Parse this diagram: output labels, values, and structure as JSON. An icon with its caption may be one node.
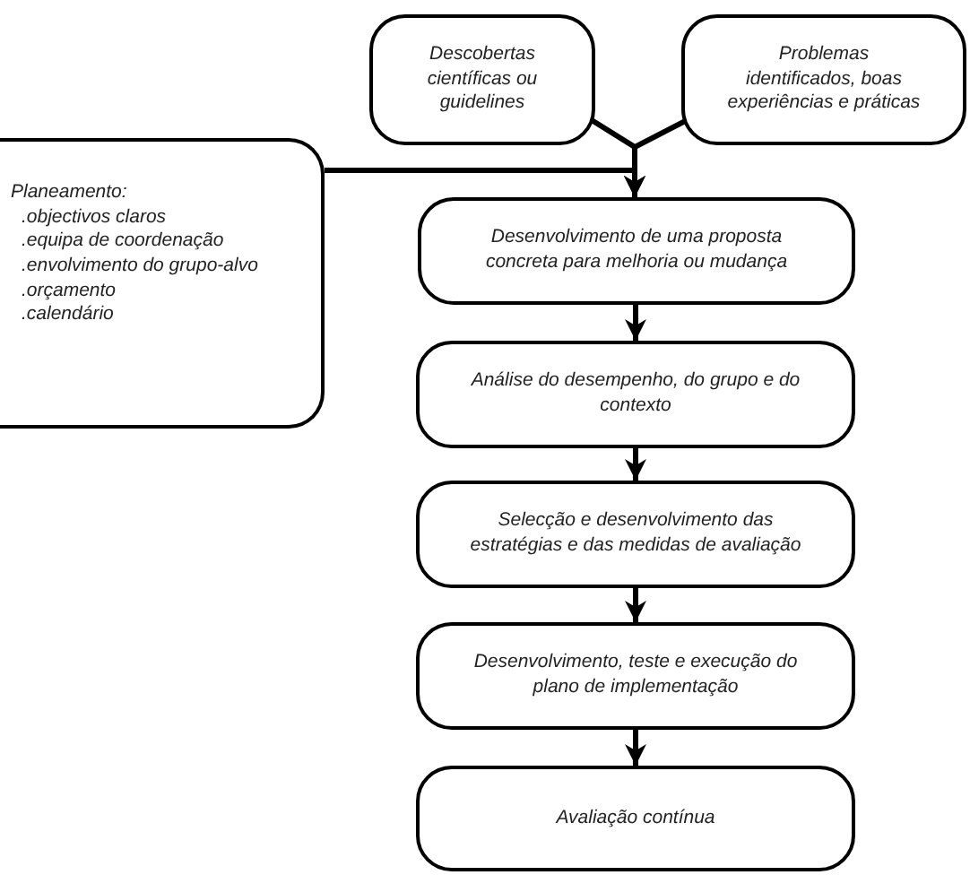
{
  "diagram": {
    "nodes": [
      {
        "text": [
          "Descobertas científicas ou guidelines"
        ]
      },
      {
        "text": [
          "Problemas identificados, boas experiências e práticas"
        ]
      },
      {
        "text": [
          "Planeamento:",
          ".objectivos claros",
          ".equipa de coordenação",
          ".envolvimento do grupo-alvo",
          ".orçamento",
          ".calendário"
        ]
      },
      {
        "text": [
          "Desenvolvimento de uma proposta concreta para melhoria ou mudança"
        ]
      },
      {
        "text": [
          "Análise do desempenho, do grupo e do contexto"
        ]
      },
      {
        "text": [
          "Selecção e desenvolvimento das estratégias e das medidas de avaliação"
        ]
      },
      {
        "text": [
          "Desenvolvimento, teste e execução do plano de implementação"
        ]
      },
      {
        "text": [
          "Avaliação contínua"
        ]
      }
    ],
    "edges": [
      {
        "from": 0,
        "to": 3,
        "arrow": "to"
      },
      {
        "from": 1,
        "to": 3,
        "arrow": "to"
      },
      {
        "from": 2,
        "to": 3,
        "arrow": "to"
      },
      {
        "from": 3,
        "to": 4,
        "arrow": "to"
      },
      {
        "from": 4,
        "to": 5,
        "arrow": "to"
      },
      {
        "from": 5,
        "to": 6,
        "arrow": "to"
      },
      {
        "from": 6,
        "to": 7,
        "arrow": "to"
      }
    ]
  }
}
